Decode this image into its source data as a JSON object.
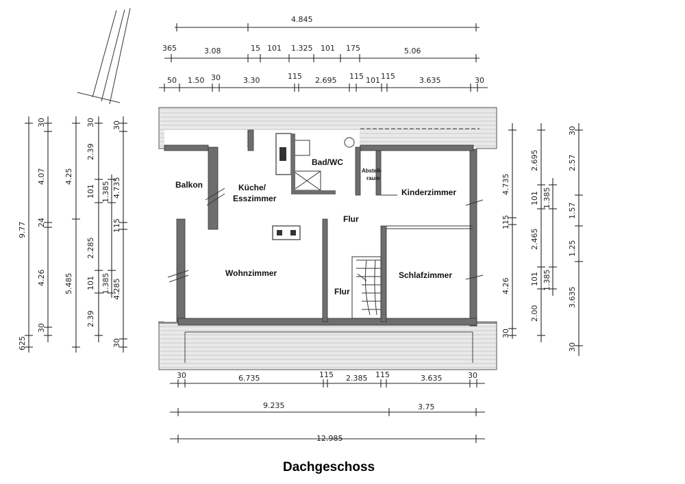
{
  "title": "Dachgeschoss",
  "rooms": {
    "balkon": "Balkon",
    "kueche_line1": "Küche/",
    "kueche_line2": "Esszimmer",
    "bad": "Bad/WC",
    "abstell_line1": "Abstell-",
    "abstell_line2": "raum",
    "kinder": "Kinderzimmer",
    "flur_upper": "Flur",
    "wohn": "Wohnzimmer",
    "flur_lower": "Flur",
    "schlaf": "Schlafzimmer"
  },
  "dims_top": {
    "overall": "4.845",
    "row2": [
      "365",
      "3.08",
      "15",
      "101",
      "1.325",
      "101",
      "175",
      "5.06"
    ],
    "row3": [
      "50",
      "1.50",
      "30",
      "3.30",
      "115",
      "2.695",
      "115",
      "101",
      "115",
      "3.635",
      "30"
    ]
  },
  "dims_bottom": {
    "row1": [
      "30",
      "6.735",
      "115",
      "2.385",
      "115",
      "3.635",
      "30"
    ],
    "row2": [
      "9.235",
      "3.75"
    ],
    "overall": "12.985"
  },
  "dims_left": {
    "col1": [
      "9.77",
      "625"
    ],
    "col2": [
      "30",
      "4.07",
      "24",
      "4.26",
      "30"
    ],
    "col3": [
      "4.25",
      "5.485"
    ],
    "col4": [
      "30",
      "2.39",
      "101",
      "2.285",
      "101",
      "2.39"
    ],
    "col5": [
      "1.385",
      "1.385"
    ],
    "col6": [
      "30",
      "4.735",
      "115",
      "4.285",
      "30"
    ]
  },
  "dims_right": {
    "col1": [
      "4.735",
      "115",
      "4.26",
      "30"
    ],
    "col2": [
      "2.695",
      "101",
      "2.465",
      "101",
      "2.00"
    ],
    "col3": [
      "1.385",
      "1.385"
    ],
    "col4": [
      "30",
      "2.57",
      "1.57",
      "1.25",
      "3.635",
      "30"
    ]
  }
}
